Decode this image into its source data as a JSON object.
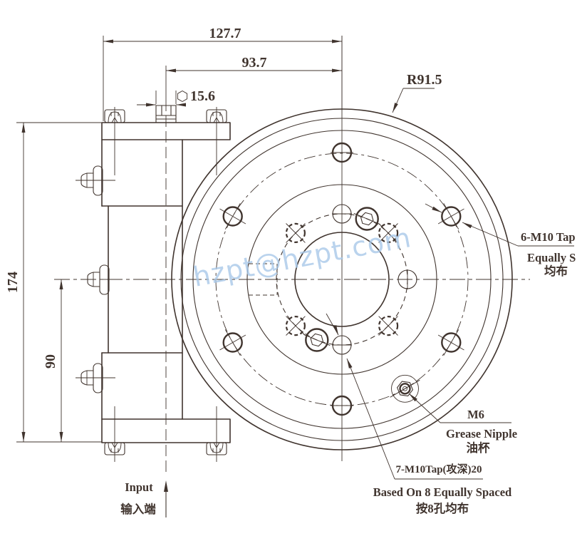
{
  "drawing": {
    "colors": {
      "line": "#40342e",
      "watermark": "#a9c9e9",
      "background": "#ffffff"
    },
    "watermark": {
      "text": "hzpt@hzpt.com"
    },
    "dimensions": {
      "width_overall": "127.7",
      "width_to_shaft": "93.7",
      "shaft_hex_flat": "15.6",
      "height_overall": "174",
      "base_to_center": "90",
      "flange_radius": "R91.5"
    },
    "callouts": {
      "outer_tap": {
        "line1": "6-M10 Tap",
        "line2": "Equally S",
        "line3": "均布"
      },
      "grease": {
        "size": "M6",
        "name_en": "Grease Nipple",
        "name_zh": "油杯"
      },
      "inner_tap": {
        "line1": "7-M10Tap(攻深)20",
        "line2": "Based On 8 Equally Spaced",
        "line3": "按8孔均布"
      },
      "input": {
        "en": "Input",
        "zh": "输入端"
      }
    }
  }
}
